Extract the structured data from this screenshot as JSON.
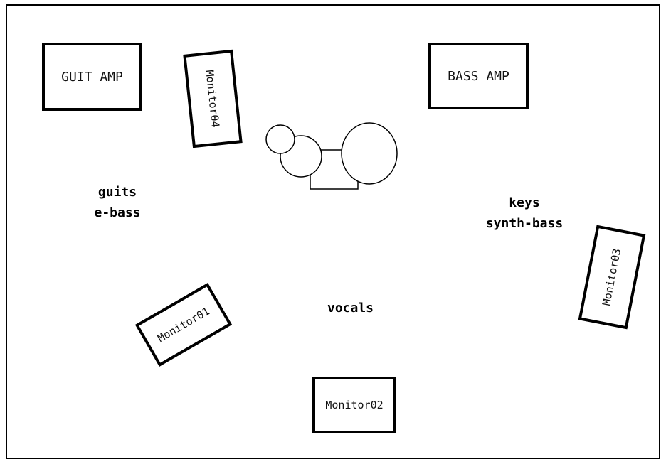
{
  "amps": {
    "guitar": "GUIT AMP",
    "bass": "BASS AMP"
  },
  "monitors": {
    "m01": "Monitor01",
    "m02": "Monitor02",
    "m03": "Monitor03",
    "m04": "Monitor04"
  },
  "zones": {
    "left_line1": "guits",
    "left_line2": "e-bass",
    "right_line1": "keys",
    "right_line2": "synth-bass",
    "center": "vocals"
  },
  "colors": {
    "stroke": "#000000",
    "background": "#ffffff"
  }
}
